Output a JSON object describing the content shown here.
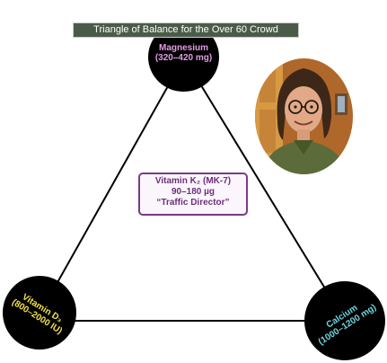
{
  "title": "Triangle of Balance for the Over 60 Crowd",
  "nodes": {
    "magnesium": {
      "name": "Magnesium",
      "dose": "(320–420 mg)"
    },
    "vitamin_d": {
      "name": "Vitamin D₃",
      "dose": "(800–2000 IU)"
    },
    "calcium": {
      "name": "Calcium",
      "dose": "(1000–1200 mg)"
    }
  },
  "center": {
    "line1": "Vitamin K₂ (MK-7)",
    "line2": "90–180 µg",
    "line3": "“Traffic Director”"
  },
  "portrait": {
    "icon": "cartoon-man-with-glasses"
  },
  "colors": {
    "node_fill": "#000000",
    "magnesium_text": "#e39be6",
    "vitamin_d_text": "#f0e24e",
    "calcium_text": "#6fd6e0",
    "center_border": "#7b3a86",
    "center_text": "#6c2f79",
    "title_bar": "#4b5b49"
  }
}
